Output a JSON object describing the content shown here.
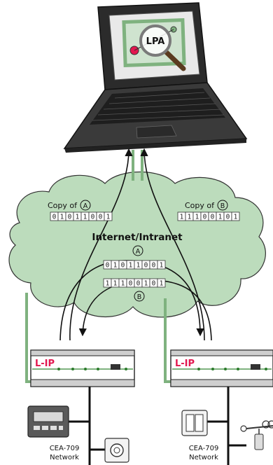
{
  "screen_label": "LPA",
  "cloud": {
    "label": "Internet/Intranet",
    "copy_a_prefix": "Copy of",
    "copy_a_marker": "A",
    "copy_a_bits": [
      "0",
      "1",
      "0",
      "1",
      "1",
      "0",
      "0",
      "1"
    ],
    "copy_b_prefix": "Copy of",
    "copy_b_marker": "B",
    "copy_b_bits": [
      "1",
      "1",
      "1",
      "0",
      "0",
      "1",
      "0",
      "1"
    ],
    "center_a_marker": "A",
    "center_a_bits": [
      "0",
      "1",
      "0",
      "1",
      "1",
      "0",
      "0",
      "1"
    ],
    "center_b_marker": "B",
    "center_b_bits": [
      "1",
      "1",
      "1",
      "0",
      "0",
      "1",
      "0",
      "1"
    ]
  },
  "router_left": {
    "label": "L-IP"
  },
  "router_right": {
    "label": "L-IP"
  },
  "network_left": {
    "line1": "CEA-709",
    "line2": "Network"
  },
  "network_right": {
    "line1": "CEA-709",
    "line2": "Network"
  },
  "colors": {
    "green_line": "#7fb27f",
    "cloud_fill": "#bcdcbc",
    "cloud_stroke": "#333333",
    "accent": "#e3174f"
  }
}
